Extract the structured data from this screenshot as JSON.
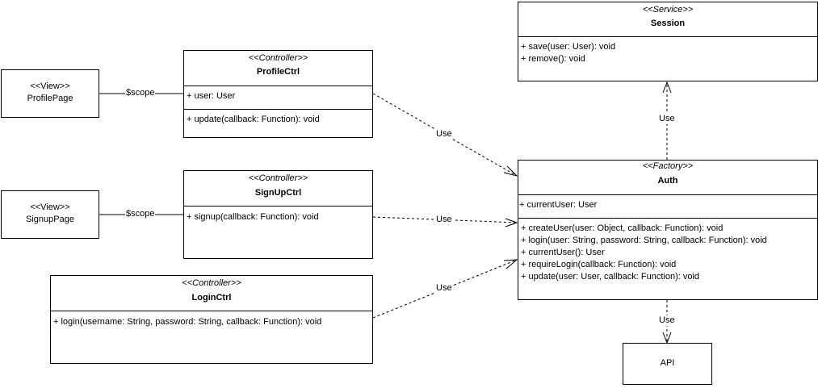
{
  "classes": {
    "session": {
      "stereotype": "<<Service>>",
      "name": "Session",
      "methods": [
        "+ save(user: User): void",
        "+ remove(): void"
      ]
    },
    "profile_ctrl": {
      "stereotype": "<<Controller>>",
      "name": "ProfileCtrl",
      "attributes": [
        "+ user: User"
      ],
      "methods": [
        "+ update(callback: Function): void"
      ]
    },
    "signup_ctrl": {
      "stereotype": "<<Controller>>",
      "name": "SignUpCtrl",
      "methods": [
        "+ signup(callback: Function): void"
      ]
    },
    "login_ctrl": {
      "stereotype": "<<Controller>>",
      "name": "LoginCtrl",
      "methods": [
        "+ login(username: String, password: String, callback: Function): void"
      ]
    },
    "auth": {
      "stereotype": "<<Factory>>",
      "name": "Auth",
      "attributes": [
        "+ currentUser: User"
      ],
      "methods": [
        "+ createUser(user: Object, callback: Function): void",
        "+ login(user: String, password: String, callback: Function): void",
        "+ currentUser(): User",
        "+ requireLogin(callback: Function): void",
        "+ update(user: User, callback: Function): void"
      ]
    }
  },
  "views": {
    "profile_page": {
      "stereotype": "<<View>>",
      "name": "ProfilePage"
    },
    "signup_page": {
      "stereotype": "<<View>>",
      "name": "SignupPage"
    }
  },
  "api": {
    "name": "API"
  },
  "edges": {
    "profile_scope": "$scope",
    "signup_scope": "$scope",
    "profile_use": "Use",
    "signup_use": "Use",
    "login_use": "Use",
    "auth_session_use": "Use",
    "auth_api_use": "Use"
  }
}
